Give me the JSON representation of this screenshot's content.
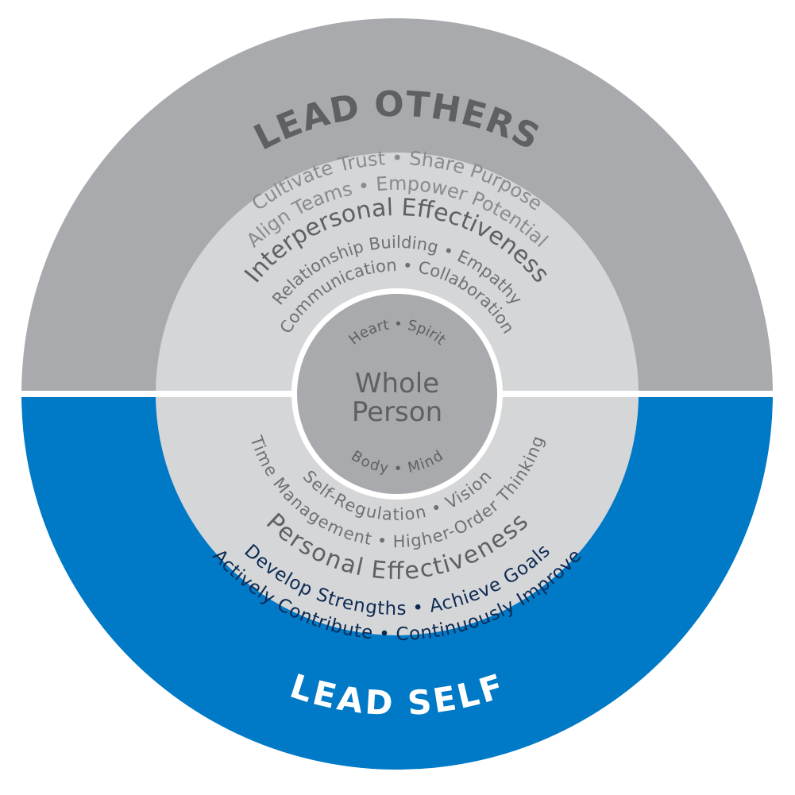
{
  "colors": {
    "outer_top": "#a9aaad",
    "outer_bottom": "#0079c6",
    "middle": "#d5d6d8",
    "center": "#a9aaad",
    "divider": "#ffffff",
    "text_gray": "#5f6063",
    "text_mid": "#707174",
    "text_light": "#8a8b8e",
    "text_navy": "#0d2a52",
    "text_white": "#ffffff"
  },
  "lead_others": {
    "title": "LEAD OTHERS",
    "line1": "Cultivate Trust  •  Share Purpose",
    "line2": "Align Teams  •  Empower Potential"
  },
  "interpersonal": {
    "title": "Interpersonal Effectiveness",
    "line1": "Relationship Building  •  Empathy",
    "line2": "Communication  •  Collaboration"
  },
  "center": {
    "title_line1": "Whole",
    "title_line2": "Person",
    "top_text": "Heart  •  Spirit",
    "bottom_text": "Body  •  Mind"
  },
  "personal": {
    "line1": "Self-Regulation  •  Vision",
    "line2": "Time Management  •  Higher-Order Thinking",
    "title": "Personal Effectiveness"
  },
  "lead_self": {
    "line1": "Develop Strengths  •  Achieve Goals",
    "line2": "Actively Contribute  •  Continuously Improve",
    "title": "LEAD SELF"
  }
}
